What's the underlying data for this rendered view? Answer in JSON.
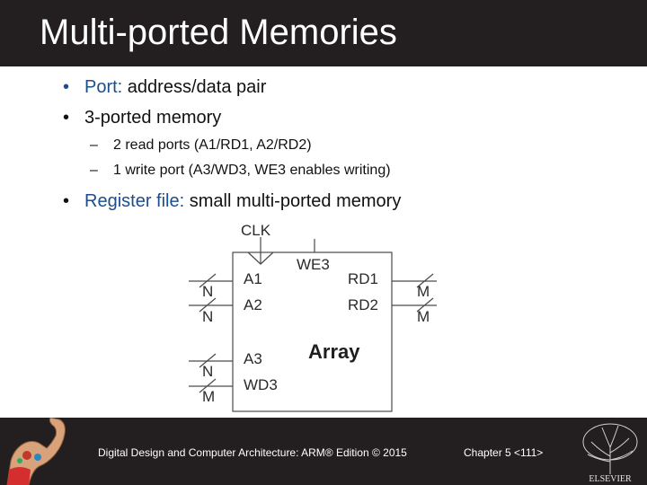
{
  "slide": {
    "title": "Multi-ported Memories",
    "bullets": [
      {
        "term": "Port:",
        "text": " address/data pair"
      },
      {
        "term": "",
        "text": "3-ported memory"
      },
      {
        "term": "Register file:",
        "text": " small multi-ported memory"
      }
    ],
    "sub_bullets": [
      "2 read ports (A1/RD1, A2/RD2)",
      "1 write port (A3/WD3, WE3 enables writing)"
    ],
    "bullet_symbol": "•",
    "dash_symbol": "–"
  },
  "diagram": {
    "clk": "CLK",
    "we3": "WE3",
    "a1": "A1",
    "a2": "A2",
    "a3": "A3",
    "wd3": "WD3",
    "rd1": "RD1",
    "rd2": "RD2",
    "array": "Array",
    "n1": "N",
    "n2": "N",
    "n3": "N",
    "m_in": "M",
    "m1": "M",
    "m2": "M"
  },
  "footer": {
    "book": "Digital Design and Computer Architecture: ARM® Edition © 2015",
    "chapter": "Chapter 5 <111>",
    "publisher": "ELSEVIER"
  },
  "colors": {
    "title_bar": "#231f20",
    "accent": "#1c4e8c",
    "text": "#111111"
  }
}
